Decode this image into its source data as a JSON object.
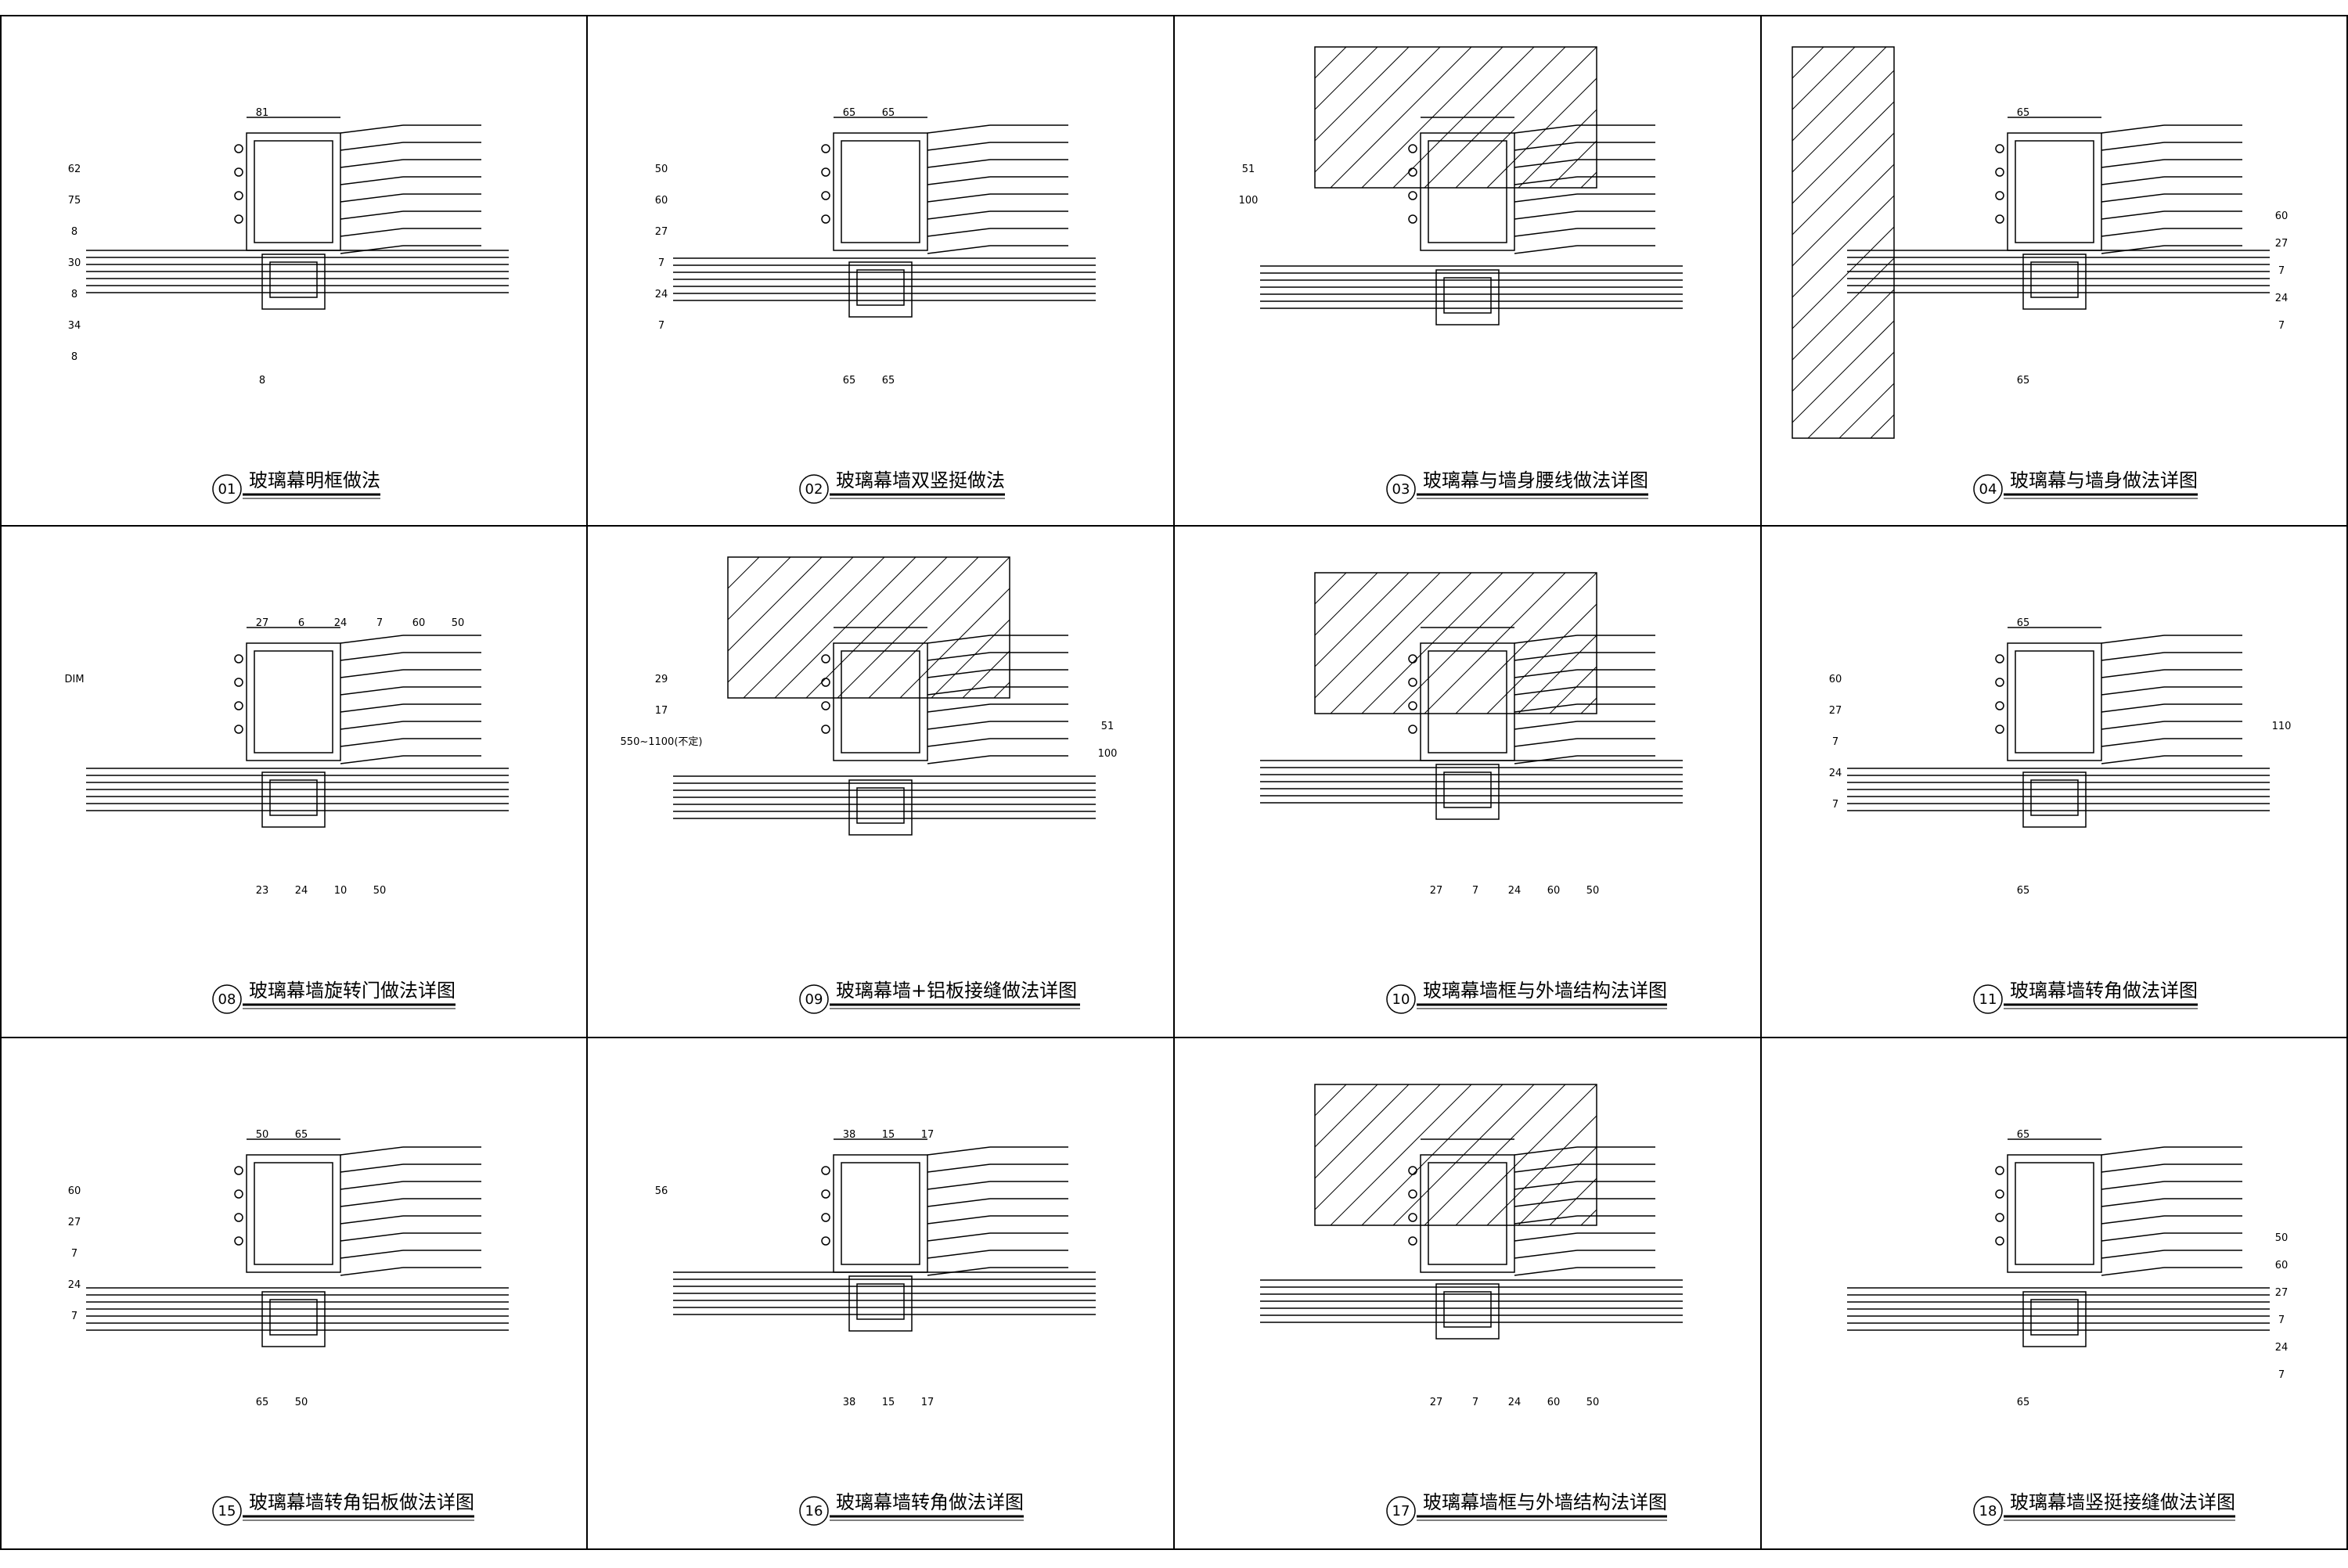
{
  "panels": [
    {
      "number": "01",
      "title": "玻璃幕明框做法",
      "dims_top": [
        "81"
      ],
      "dims_left": [
        "62",
        "75",
        "8",
        "30",
        "8",
        "34",
        "8"
      ],
      "dims_bottom": [
        "8"
      ]
    },
    {
      "number": "02",
      "title": "玻璃幕墙双竖挺做法",
      "dims_top": [
        "65",
        "65"
      ],
      "dims_left": [
        "50",
        "60",
        "27",
        "7",
        "24",
        "7"
      ],
      "dims_bottom": [
        "65",
        "65"
      ]
    },
    {
      "number": "03",
      "title": "玻璃幕与墙身腰线做法详图",
      "dims_top": [],
      "dims_left": [
        "51",
        "100"
      ],
      "dims_bottom": []
    },
    {
      "number": "04",
      "title": "玻璃幕与墙身做法详图",
      "dims_top": [
        "65"
      ],
      "dims_left": [],
      "dims_right": [
        "60",
        "27",
        "7",
        "24",
        "7"
      ],
      "dims_bottom": [
        "65"
      ]
    },
    {
      "number": "08",
      "title": "玻璃幕墙旋转门做法详图",
      "dims_top": [
        "27",
        "6",
        "24",
        "7",
        "60",
        "50"
      ],
      "dims_left": [
        "DIM"
      ],
      "dims_bottom": [
        "23",
        "24",
        "10",
        "50"
      ]
    },
    {
      "number": "09",
      "title": "玻璃幕墙+铝板接缝做法详图",
      "dims_top": [],
      "dims_left": [
        "29",
        "17",
        "550~1100(不定)"
      ],
      "dims_right": [
        "51",
        "100"
      ],
      "dims_bottom": []
    },
    {
      "number": "10",
      "title": "玻璃幕墙框与外墙结构法详图",
      "dims_top": [],
      "dims_left": [],
      "dims_bottom": [
        "27",
        "7",
        "24",
        "60",
        "50"
      ]
    },
    {
      "number": "11",
      "title": "玻璃幕墙转角做法详图",
      "dims_top": [
        "65"
      ],
      "dims_left": [
        "60",
        "27",
        "7",
        "24",
        "7"
      ],
      "dims_right": [
        "110"
      ],
      "dims_bottom": [
        "65"
      ]
    },
    {
      "number": "15",
      "title": "玻璃幕墙转角铝板做法详图",
      "dims_top": [
        "50",
        "65"
      ],
      "dims_left": [
        "60",
        "27",
        "7",
        "24",
        "7"
      ],
      "dims_bottom": [
        "65",
        "50"
      ]
    },
    {
      "number": "16",
      "title": "玻璃幕墙转角做法详图",
      "dims_top": [
        "38",
        "15",
        "17"
      ],
      "dims_left": [
        "56"
      ],
      "dims_bottom": [
        "38",
        "15",
        "17"
      ]
    },
    {
      "number": "17",
      "title": "玻璃幕墙框与外墙结构法详图",
      "dims_top": [],
      "dims_left": [],
      "dims_bottom": [
        "27",
        "7",
        "24",
        "60",
        "50"
      ]
    },
    {
      "number": "18",
      "title": "玻璃幕墙竖挺接缝做法详图",
      "dims_top": [
        "65"
      ],
      "dims_left": [],
      "dims_right": [
        "50",
        "60",
        "27",
        "7",
        "24",
        "7"
      ],
      "dims_bottom": [
        "65"
      ]
    }
  ],
  "colors": {
    "line": "#000000",
    "background": "#ffffff"
  }
}
